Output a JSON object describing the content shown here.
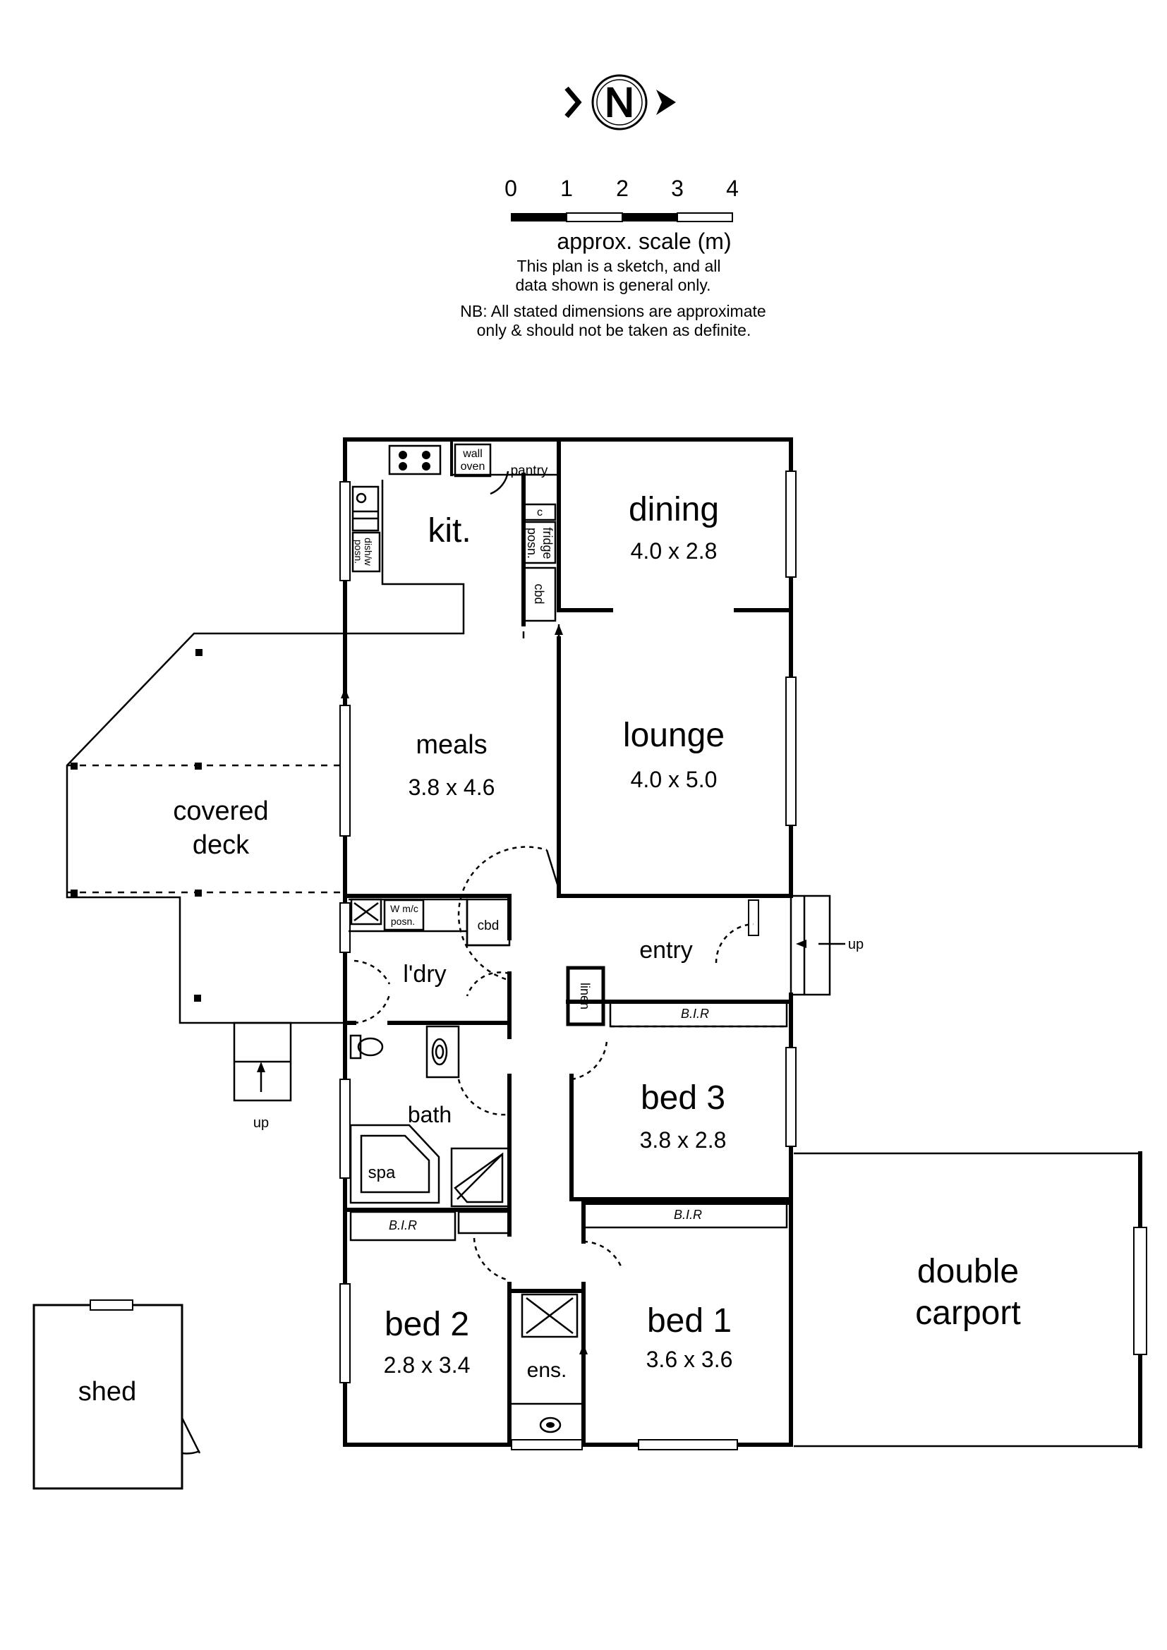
{
  "header": {
    "compass_letter": "N",
    "scale_ticks": [
      "0",
      "1",
      "2",
      "3",
      "4"
    ],
    "scale_label": "approx. scale (m)",
    "note_line1": "This plan is a sketch, and all",
    "note_line2": "data shown is general only.",
    "nb_line1": "NB: All stated dimensions are approximate",
    "nb_line2": "only & should not be taken as definite."
  },
  "rooms": {
    "kitchen": "kit.",
    "wall_oven_1": "wall",
    "wall_oven_2": "oven",
    "pantry": "pantry",
    "c": "c",
    "fridge_1": "fridge",
    "fridge_2": "posn.",
    "cbd_kitchen": "cbd",
    "dishwasher_1": "dish/w",
    "dishwasher_2": "posn.",
    "dining_name": "dining",
    "dining_size": "4.0 x 2.8",
    "lounge_name": "lounge",
    "lounge_size": "4.0 x 5.0",
    "meals_name": "meals",
    "meals_size": "3.8 x 4.6",
    "deck_1": "covered",
    "deck_2": "deck",
    "wm_1": "W m/c",
    "wm_2": "posn.",
    "cbd_laundry": "cbd",
    "laundry": "l'dry",
    "entry": "entry",
    "up_entry": "up",
    "linen": "linen",
    "bir_bed3": "B.I.R",
    "bed3_name": "bed 3",
    "bed3_size": "3.8 x 2.8",
    "bath": "bath",
    "spa": "spa",
    "up_deck": "up",
    "bir_bed2": "B.I.R",
    "bir_bed1": "B.I.R",
    "bed2_name": "bed 2",
    "bed2_size": "2.8 x 3.4",
    "ensuite": "ens.",
    "bed1_name": "bed 1",
    "bed1_size": "3.6 x 3.6",
    "carport_1": "double",
    "carport_2": "carport",
    "shed": "shed"
  }
}
